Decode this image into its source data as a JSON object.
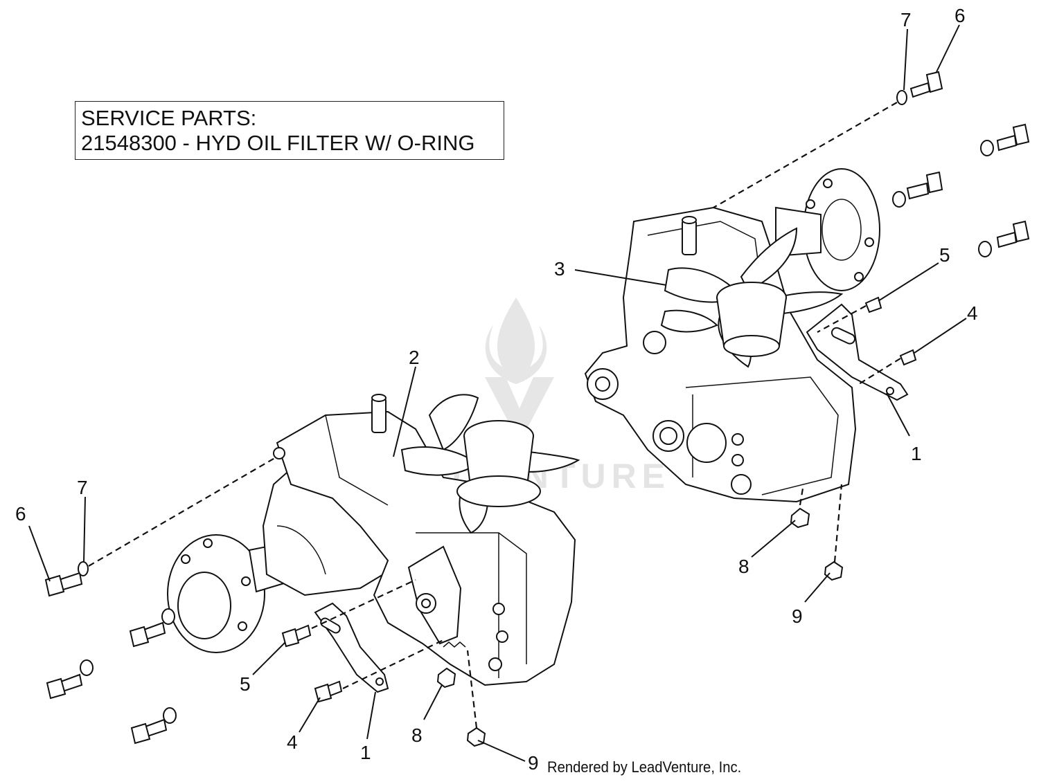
{
  "service_parts": {
    "heading": "SERVICE PARTS:",
    "line": "21548300 - HYD OIL FILTER W/ O-RING"
  },
  "callouts": {
    "left": {
      "c1": "1",
      "c2": "2",
      "c4": "4",
      "c5": "5",
      "c6": "6",
      "c7": "7",
      "c8": "8",
      "c9": "9"
    },
    "right": {
      "c1": "1",
      "c3": "3",
      "c4": "4",
      "c5": "5",
      "c6": "6",
      "c7": "7",
      "c8": "8",
      "c9": "9"
    }
  },
  "watermark": {
    "text": "LEADVENTURE",
    "logo": "flame-v-logo"
  },
  "credit": "Rendered by LeadVenture, Inc."
}
